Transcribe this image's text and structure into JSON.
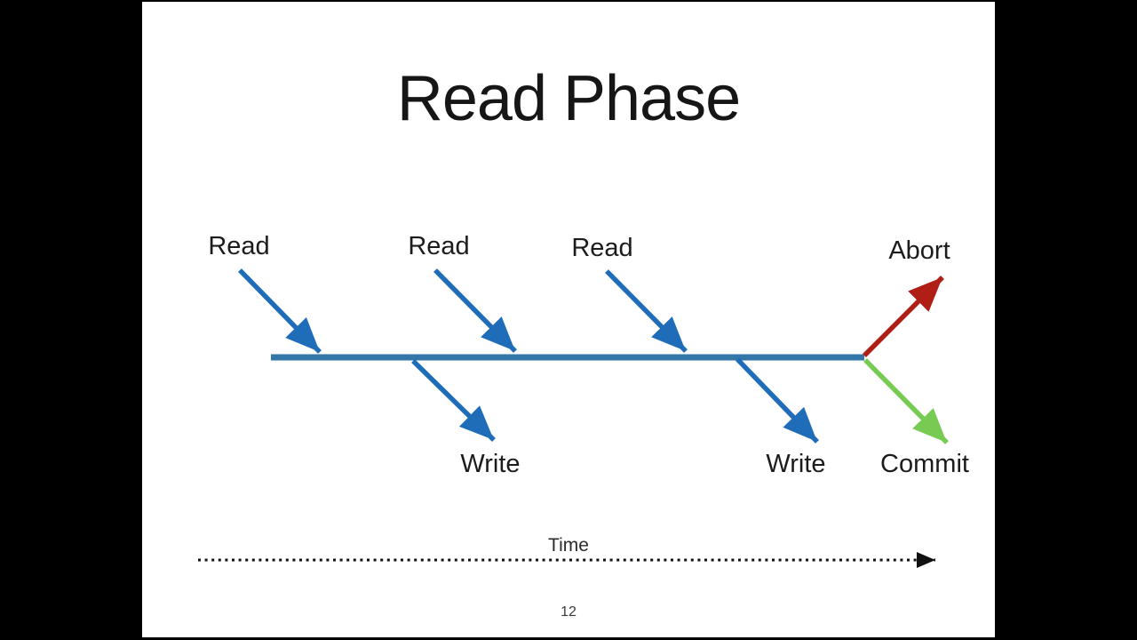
{
  "slide": {
    "title": "Read Phase",
    "page_number": "12"
  },
  "diagram": {
    "read_labels": [
      "Read",
      "Read",
      "Read"
    ],
    "write_labels": [
      "Write",
      "Write"
    ],
    "abort_label": "Abort",
    "commit_label": "Commit",
    "time_label": "Time"
  },
  "colors": {
    "arrow_blue": "#1f6db8",
    "timeline_blue": "#3377a9",
    "abort_red": "#b01f15",
    "commit_green": "#77cb52",
    "axis_black": "#111111",
    "slide_background": "#ffffff",
    "letterbox": "#000000"
  }
}
